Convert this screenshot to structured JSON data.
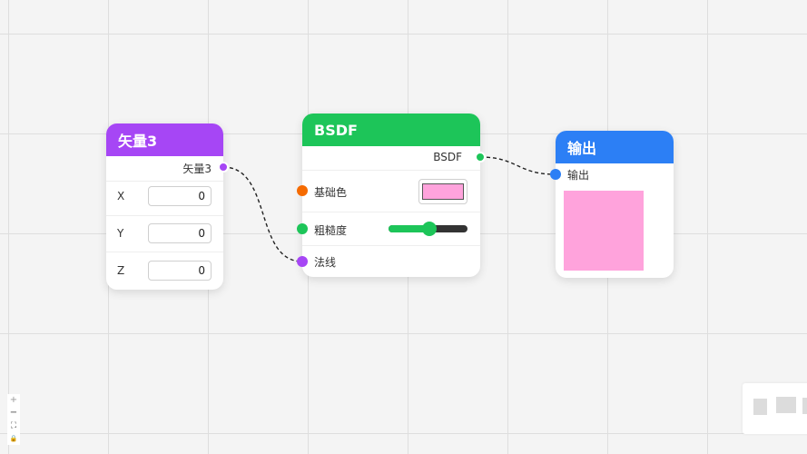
{
  "nodes": {
    "vector3": {
      "title": "矢量3",
      "header_color": "#a646f5",
      "output_label": "矢量3",
      "fields": [
        {
          "label": "X",
          "value": "0"
        },
        {
          "label": "Y",
          "value": "0"
        },
        {
          "label": "Z",
          "value": "0"
        }
      ]
    },
    "bsdf": {
      "title": "BSDF",
      "header_color": "#1dc559",
      "output_label": "BSDF",
      "inputs": {
        "base_color": {
          "label": "基础色",
          "port_color": "#f56a00",
          "swatch": "#ffa3dc"
        },
        "roughness": {
          "label": "粗糙度",
          "port_color": "#1dc559",
          "value_fraction": 0.5
        },
        "normal": {
          "label": "法线",
          "port_color": "#a646f5"
        }
      }
    },
    "output": {
      "title": "输出",
      "header_color": "#2c7ff5",
      "input_label": "输出",
      "preview_color": "#ffa3dc"
    }
  },
  "zoom_controls": {
    "zoom_in": "+",
    "zoom_out": "−",
    "fit": "⛶",
    "lock": "🔒"
  }
}
